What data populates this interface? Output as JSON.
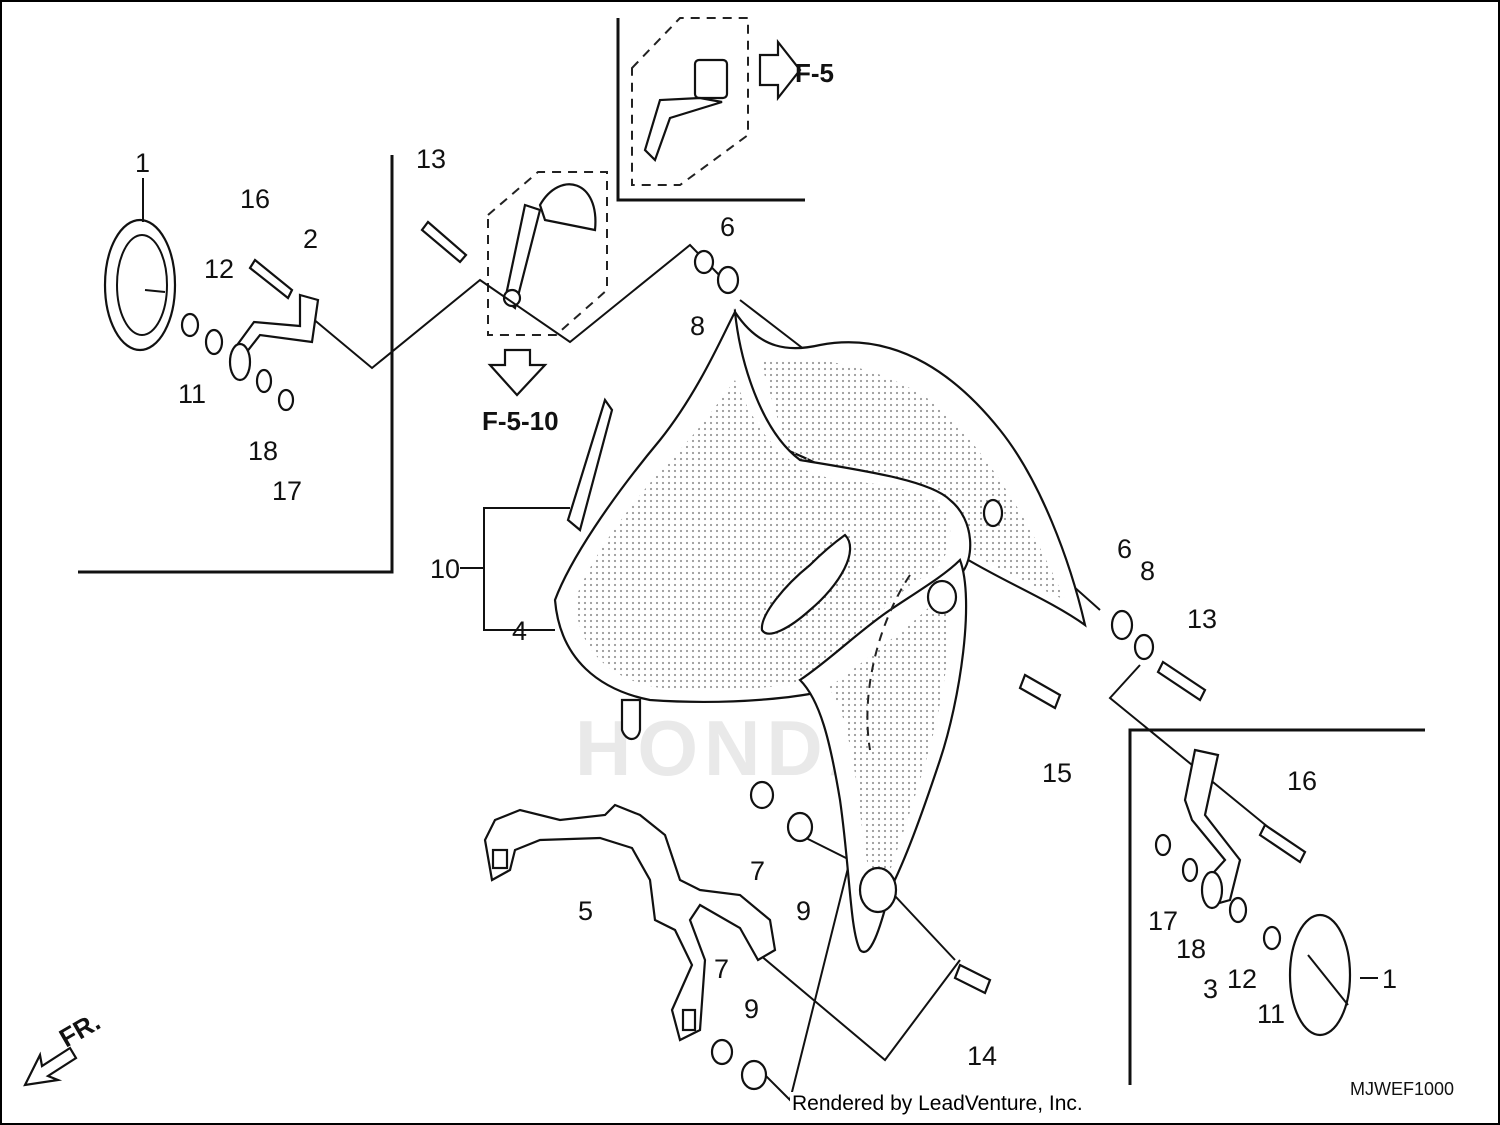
{
  "diagram": {
    "reference_codes": {
      "top_right_ref": "F-5",
      "bottom_ref": "F-5-10"
    },
    "direction_label": "FR.",
    "diagram_code": "MJWEF1000",
    "credit": "Rendered by LeadVenture, Inc.",
    "watermark": "HONDA",
    "callouts": {
      "c1_left": "1",
      "c16_left": "16",
      "c2": "2",
      "c12_left": "12",
      "c11_left": "11",
      "c18_left": "18",
      "c17_left": "17",
      "c13_left": "13",
      "c6_top": "6",
      "c8_top": "8",
      "c10": "10",
      "c4": "4",
      "c6_right": "6",
      "c8_right": "8",
      "c13_right": "13",
      "c15": "15",
      "c16_right": "16",
      "c17_right": "17",
      "c18_right": "18",
      "c3": "3",
      "c12_right": "12",
      "c11_right": "11",
      "c1_right": "1",
      "c7_upper": "7",
      "c9_upper": "9",
      "c5": "5",
      "c7_lower": "7",
      "c9_lower": "9",
      "c14": "14"
    }
  }
}
